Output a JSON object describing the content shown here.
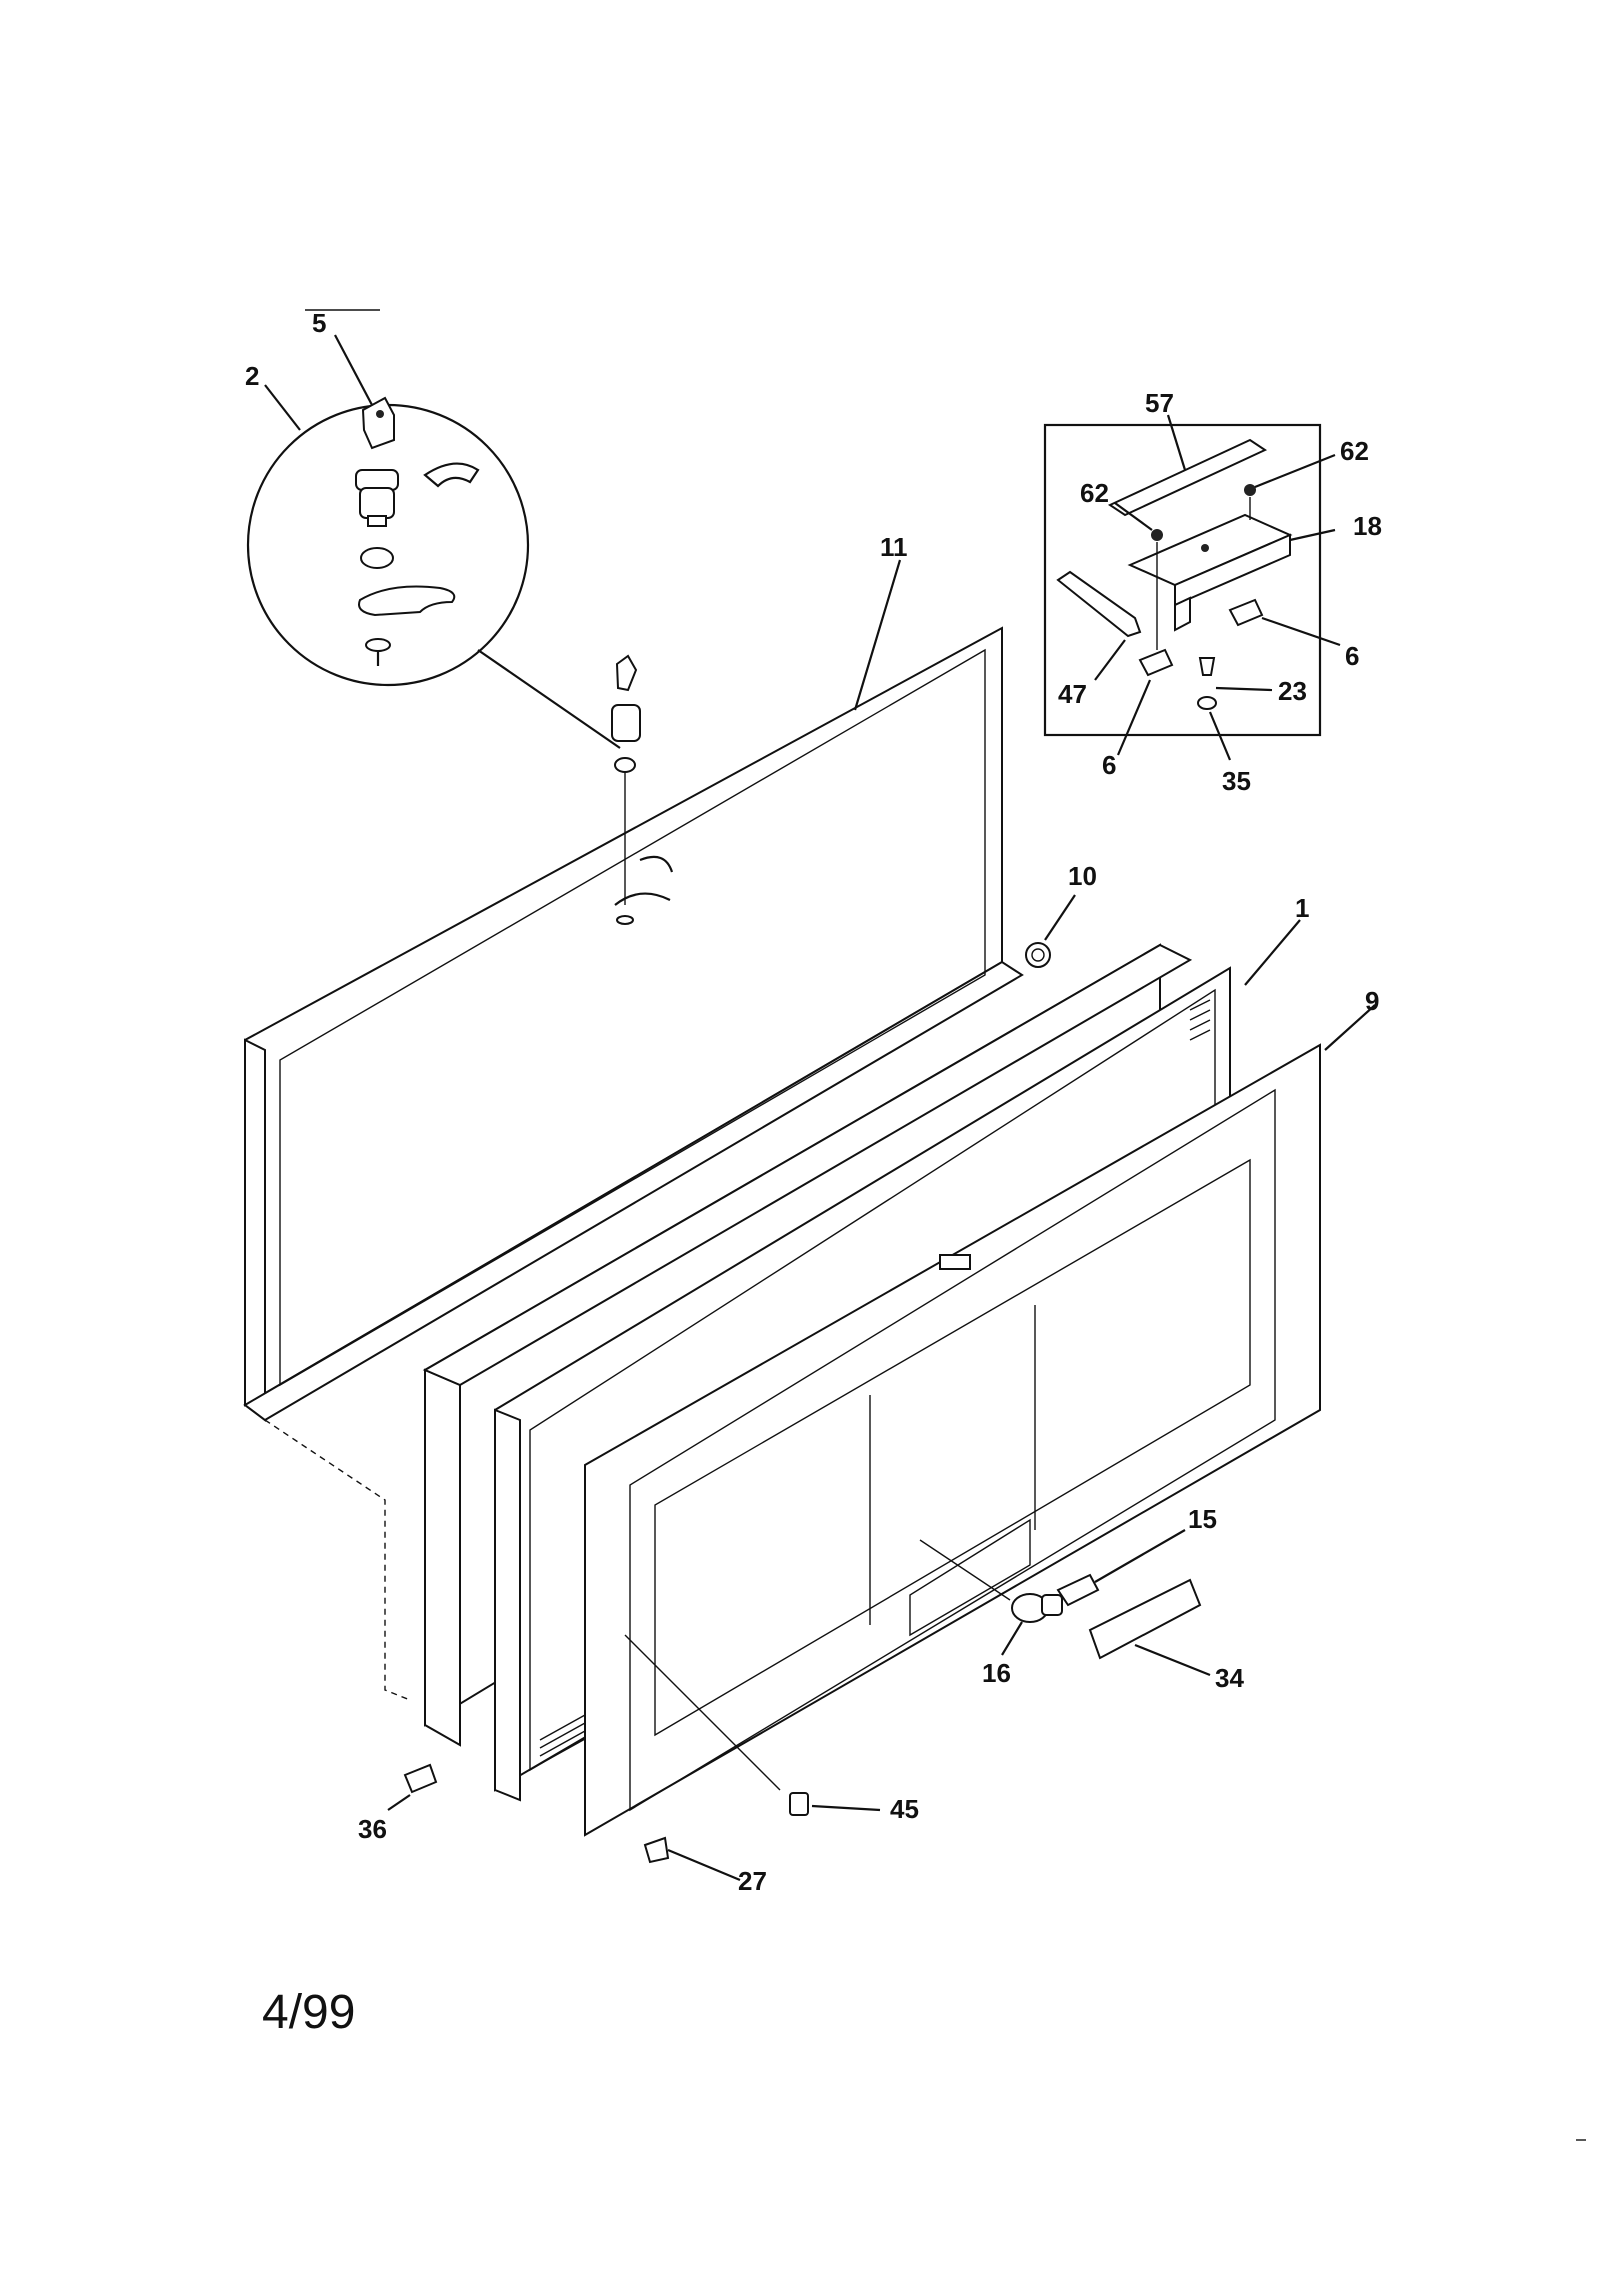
{
  "diagram": {
    "callouts": [
      {
        "id": "c-5",
        "text": "5"
      },
      {
        "id": "c-2",
        "text": "2"
      },
      {
        "id": "c-11",
        "text": "11"
      },
      {
        "id": "c-57",
        "text": "57"
      },
      {
        "id": "c-62a",
        "text": "62"
      },
      {
        "id": "c-62b",
        "text": "62"
      },
      {
        "id": "c-18",
        "text": "18"
      },
      {
        "id": "c-47",
        "text": "47"
      },
      {
        "id": "c-6a",
        "text": "6"
      },
      {
        "id": "c-6b",
        "text": "6"
      },
      {
        "id": "c-23",
        "text": "23"
      },
      {
        "id": "c-35",
        "text": "35"
      },
      {
        "id": "c-10",
        "text": "10"
      },
      {
        "id": "c-1",
        "text": "1"
      },
      {
        "id": "c-9",
        "text": "9"
      },
      {
        "id": "c-15",
        "text": "15"
      },
      {
        "id": "c-16",
        "text": "16"
      },
      {
        "id": "c-34",
        "text": "34"
      },
      {
        "id": "c-36",
        "text": "36"
      },
      {
        "id": "c-45",
        "text": "45"
      },
      {
        "id": "c-27",
        "text": "27"
      }
    ],
    "date_code": "4/99"
  }
}
